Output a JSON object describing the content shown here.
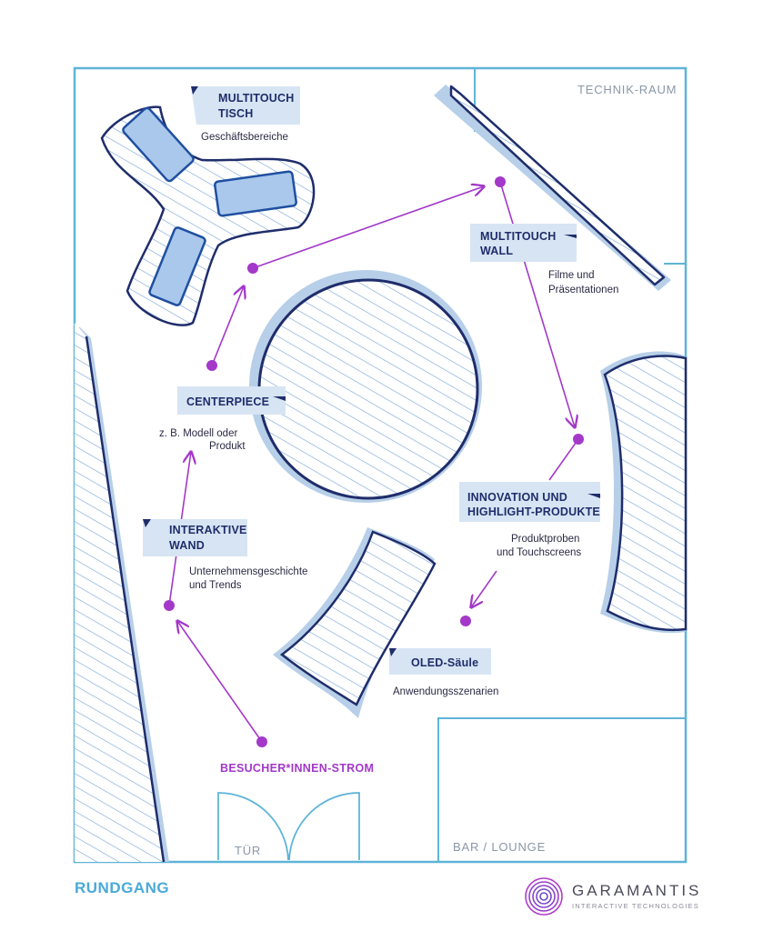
{
  "rooms": {
    "technik": "TECHNIK-RAUM",
    "bar": "BAR / LOUNGE",
    "door": "TÜR"
  },
  "stations": {
    "multitouch_tisch": {
      "title_line1": "MULTITOUCH",
      "title_line2": "TISCH",
      "subtitle": "Geschäftsbereiche"
    },
    "multitouch_wall": {
      "title_line1": "MULTITOUCH",
      "title_line2": "WALL",
      "subtitle_line1": "Filme und",
      "subtitle_line2": "Präsentationen"
    },
    "centerpiece": {
      "title": "CENTERPIECE",
      "subtitle_line1": "z. B. Modell oder",
      "subtitle_line2": "Produkt"
    },
    "innovation": {
      "title_line1": "INNOVATION UND",
      "title_line2": "HIGHLIGHT-PRODUKTE",
      "subtitle_line1": "Produktproben",
      "subtitle_line2": "und Touchscreens"
    },
    "interaktive_wand": {
      "title_line1": "INTERAKTIVE",
      "title_line2": "WAND",
      "subtitle_line1": "Unternehmensgeschichte",
      "subtitle_line2": "und Trends"
    },
    "oled": {
      "title": "OLED-Säule",
      "subtitle": "Anwendungsszenarien"
    }
  },
  "flow_label": "BESUCHER*INNEN-STROM",
  "footer": {
    "title": "RUNDGANG",
    "brand_name": "GARAMANTIS",
    "brand_tagline": "INTERACTIVE TECHNOLOGIES"
  },
  "colors": {
    "wall": "#5fb4d8",
    "furniture_outline": "#1f2d6b",
    "furniture_fill": "#cfe0f0",
    "hatch": "#7fa8d8",
    "flow": "#a338c9",
    "brand": "#4aaad8"
  }
}
